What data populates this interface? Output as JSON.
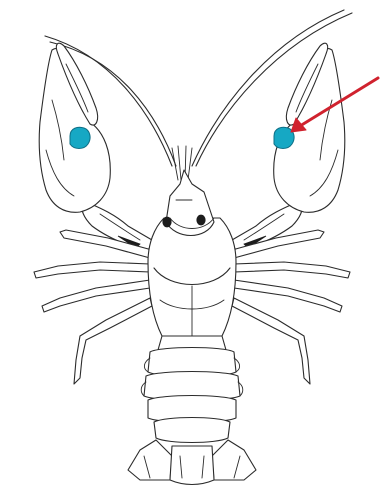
{
  "figure": {
    "subject": "crayfish-dorsal-view",
    "colors": {
      "outline": "#2b2b2b",
      "highlight": "#16a8c4",
      "highlight_stroke": "#0e6f86",
      "arrow": "#d0222e",
      "background": "#ffffff"
    },
    "icons": [
      "crayfish-illustration",
      "highlight-spot",
      "arrow-icon"
    ]
  }
}
